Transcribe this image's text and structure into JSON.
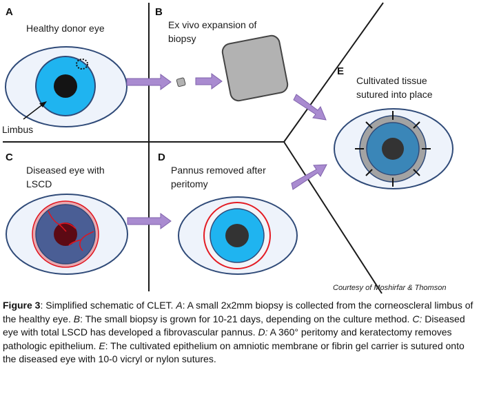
{
  "panels": {
    "a": {
      "letter": "A",
      "label": "Healthy donor eye",
      "annotation": "Limbus"
    },
    "b": {
      "letter": "B",
      "label_line1": "Ex vivo expansion of",
      "label_line2": "biopsy"
    },
    "c": {
      "letter": "C",
      "label_line1": "Diseased eye with",
      "label_line2": "LSCD"
    },
    "d": {
      "letter": "D",
      "label_line1": "Pannus removed after",
      "label_line2": "peritomy"
    },
    "e": {
      "letter": "E",
      "label_line1": "Cultivated tissue",
      "label_line2": "sutured into place"
    }
  },
  "credit": "Courtesy of Moshirfar & Thomson",
  "caption": {
    "figure_label": "Figure 3",
    "intro": ": Simplified schematic of CLET. ",
    "a_key": "A",
    "a_text": ": A small 2x2mm biopsy is collected from the corneoscleral limbus of the healthy eye. ",
    "b_key": "B",
    "b_text": ": The small biopsy is grown for 10-21 days, depending on the culture method. ",
    "c_key": "C:",
    "c_text": " Diseased eye with total LSCD has developed a fibrovascular pannus. ",
    "d_key": "D:",
    "d_text": " A 360° peritomy and keratectomy removes pathologic epithelium. ",
    "e_key": "E",
    "e_text": ": The cultivated epithelium on amniotic membrane or fibrin gel carrier is sutured onto the diseased eye with 10-0 vicryl or nylon sutures."
  },
  "colors": {
    "sclera_fill": "#eef3fb",
    "outline": "#2f4a78",
    "healthy_iris": "#1fb4f0",
    "diseased_iris": "#4a5e95",
    "pupil": "#141414",
    "diseased_pupil": "#5c0a14",
    "vessel_red": "#e0141e",
    "peritomy_ring": "#e31b23",
    "graft_ring": "#a3a3a3",
    "graft_iris": "#3a86b8",
    "suture": "#111111",
    "arrow": "#a98bd0",
    "arrow_edge": "#7f62ab",
    "biopsy_gray": "#b2b2b2",
    "divider": "#1a1a1a"
  }
}
